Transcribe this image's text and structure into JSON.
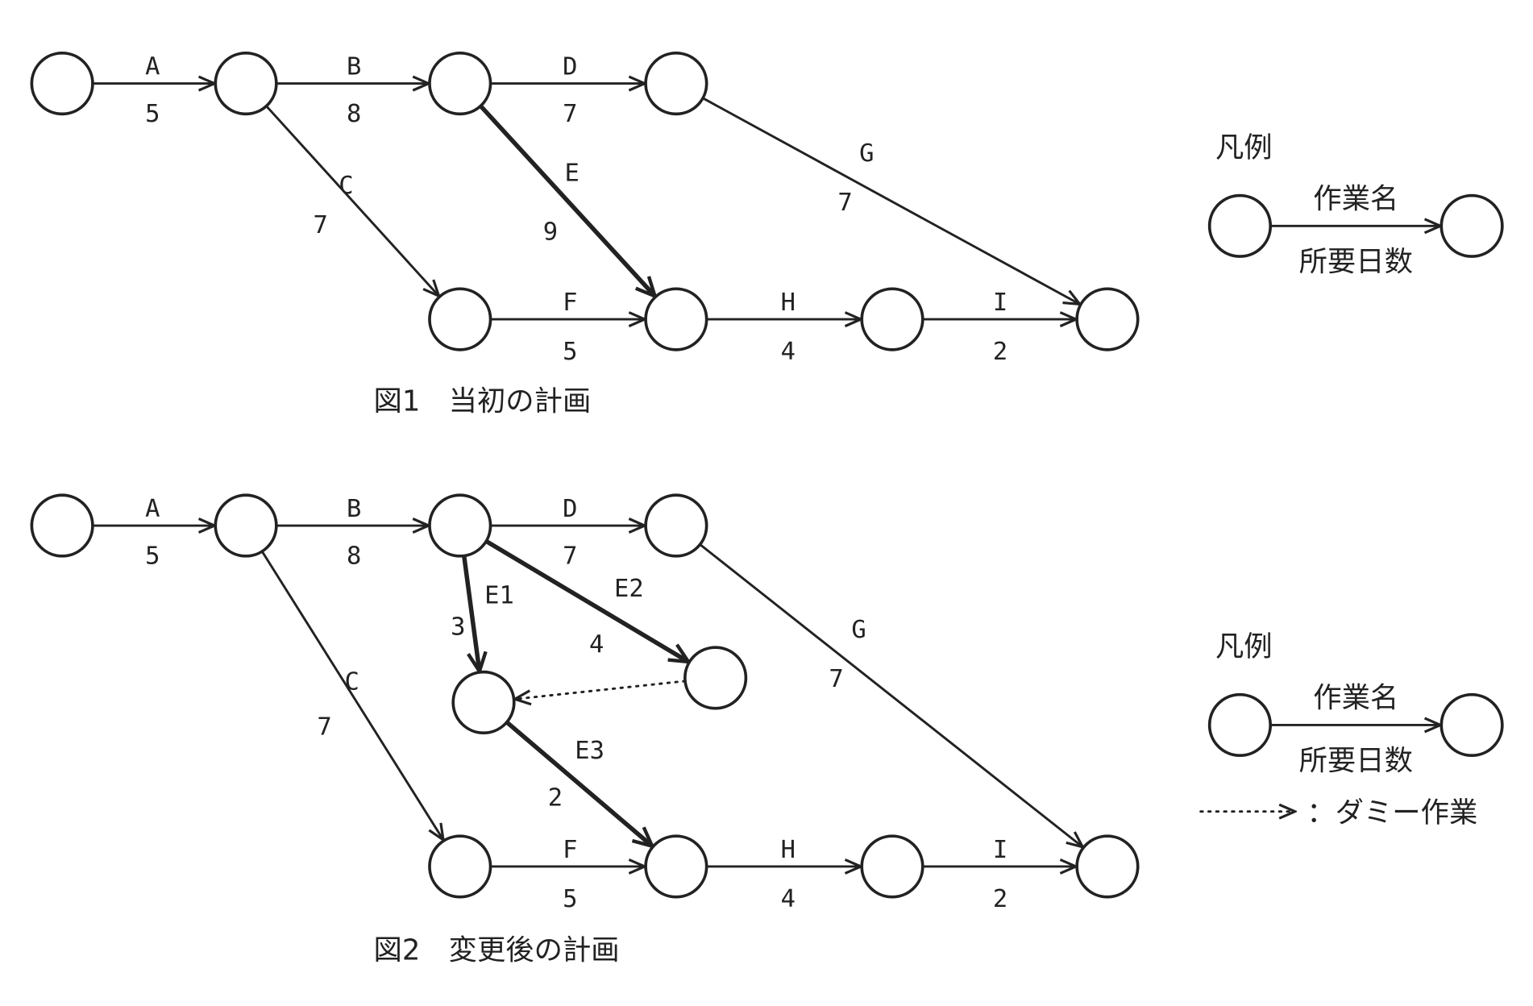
{
  "figure1": {
    "caption": "図1　当初の計画",
    "edges": [
      {
        "name": "A",
        "duration": "5",
        "critical": false
      },
      {
        "name": "B",
        "duration": "8",
        "critical": false
      },
      {
        "name": "D",
        "duration": "7",
        "critical": false
      },
      {
        "name": "C",
        "duration": "7",
        "critical": false
      },
      {
        "name": "E",
        "duration": "9",
        "critical": true
      },
      {
        "name": "G",
        "duration": "7",
        "critical": false
      },
      {
        "name": "F",
        "duration": "5",
        "critical": false
      },
      {
        "name": "H",
        "duration": "4",
        "critical": false
      },
      {
        "name": "I",
        "duration": "2",
        "critical": false
      }
    ],
    "legend": {
      "title": "凡例",
      "task_name": "作業名",
      "duration": "所要日数"
    }
  },
  "figure2": {
    "caption": "図2　変更後の計画",
    "edges": [
      {
        "name": "A",
        "duration": "5",
        "critical": false
      },
      {
        "name": "B",
        "duration": "8",
        "critical": false
      },
      {
        "name": "D",
        "duration": "7",
        "critical": false
      },
      {
        "name": "C",
        "duration": "7",
        "critical": false
      },
      {
        "name": "E1",
        "duration": "3",
        "critical": true
      },
      {
        "name": "E2",
        "duration": "4",
        "critical": true
      },
      {
        "name": "dummy",
        "duration": "",
        "critical": false,
        "dummy": true
      },
      {
        "name": "E3",
        "duration": "2",
        "critical": true
      },
      {
        "name": "G",
        "duration": "7",
        "critical": false
      },
      {
        "name": "F",
        "duration": "5",
        "critical": false
      },
      {
        "name": "H",
        "duration": "4",
        "critical": false
      },
      {
        "name": "I",
        "duration": "2",
        "critical": false
      }
    ],
    "legend": {
      "title": "凡例",
      "task_name": "作業名",
      "duration": "所要日数",
      "dummy_label": "：ダミー作業"
    }
  }
}
